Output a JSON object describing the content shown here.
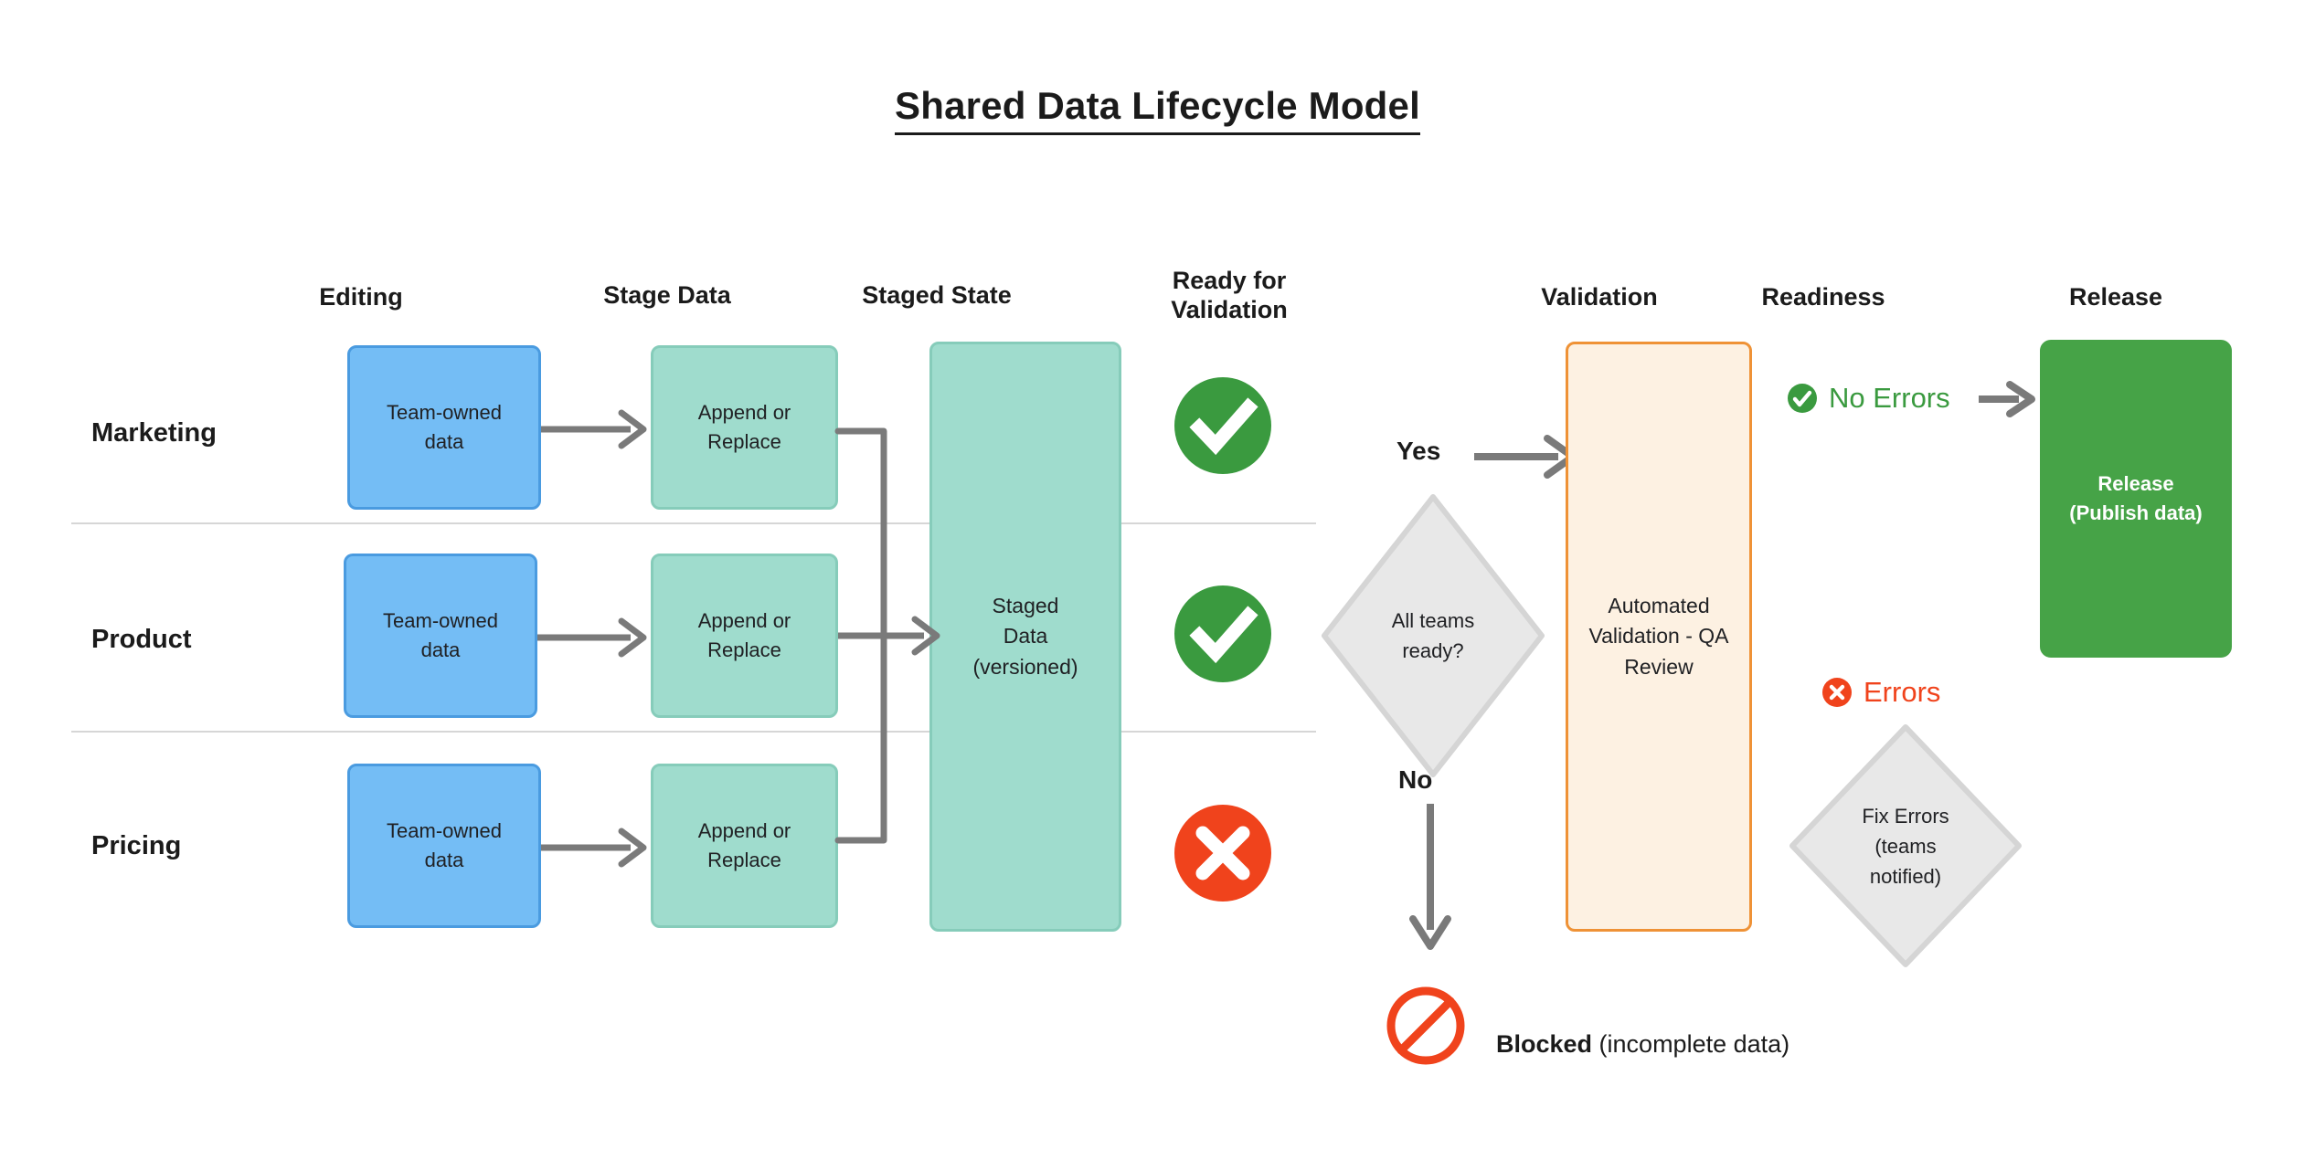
{
  "title": "Shared Data Lifecycle Model",
  "columns": [
    {
      "id": "editing",
      "label": "Editing"
    },
    {
      "id": "stage-data",
      "label": "Stage Data"
    },
    {
      "id": "staged-state",
      "label": "Staged State"
    },
    {
      "id": "ready-for-validation",
      "label": "Ready for\nValidation",
      "line1": "Ready for",
      "line2": "Validation"
    },
    {
      "id": "validation",
      "label": "Validation"
    },
    {
      "id": "readiness",
      "label": "Readiness"
    },
    {
      "id": "release",
      "label": "Release"
    }
  ],
  "rows": [
    {
      "id": "marketing",
      "label": "Marketing",
      "editing": "Team-owned\ndata",
      "stage": "Append or\nReplace",
      "ready_icon": "check-circle-icon",
      "ready_state": "ready"
    },
    {
      "id": "product",
      "label": "Product",
      "editing": "Team-owned\ndata",
      "stage": "Append or\nReplace",
      "ready_icon": "check-circle-icon",
      "ready_state": "ready"
    },
    {
      "id": "pricing",
      "label": "Pricing",
      "editing": "Team-owned\ndata",
      "stage": "Append or\nReplace",
      "ready_icon": "x-circle-icon",
      "ready_state": "not-ready"
    }
  ],
  "node_text": {
    "team_owned_l1": "Team-owned",
    "team_owned_l2": "data",
    "append_l1": "Append or",
    "append_l2": "Replace",
    "staged_l1": "Staged",
    "staged_l2": "Data",
    "staged_l3": "(versioned)",
    "validation_l1": "Automated",
    "validation_l2": "Validation - QA",
    "validation_l3": "Review",
    "decision_l1": "All teams",
    "decision_l2": "ready?",
    "fix_l1": "Fix Errors",
    "fix_l2": "(teams",
    "fix_l3": "notified)",
    "release_l1": "Release",
    "release_l2": "(Publish data)"
  },
  "branches": {
    "yes": "Yes",
    "no": "No"
  },
  "status": {
    "no_errors": "No Errors",
    "errors": "Errors"
  },
  "blocked": {
    "bold": "Blocked",
    "rest": " (incomplete data)",
    "icon": "prohibition-icon"
  },
  "colors": {
    "blue_fill": "#74BDF5",
    "blue_border": "#4A9BE0",
    "teal_fill": "#9FDCCD",
    "teal_border": "#86CCBA",
    "orange_fill": "#FDF1E2",
    "orange_border": "#EF9236",
    "green_fill": "#46A347",
    "green_status": "#3A9A3F",
    "red_status": "#F0431C",
    "diamond_fill": "#E8E8E8",
    "diamond_border": "#D5D5D5",
    "edge": "#7A7A7A",
    "divider": "#D6D6D6"
  }
}
